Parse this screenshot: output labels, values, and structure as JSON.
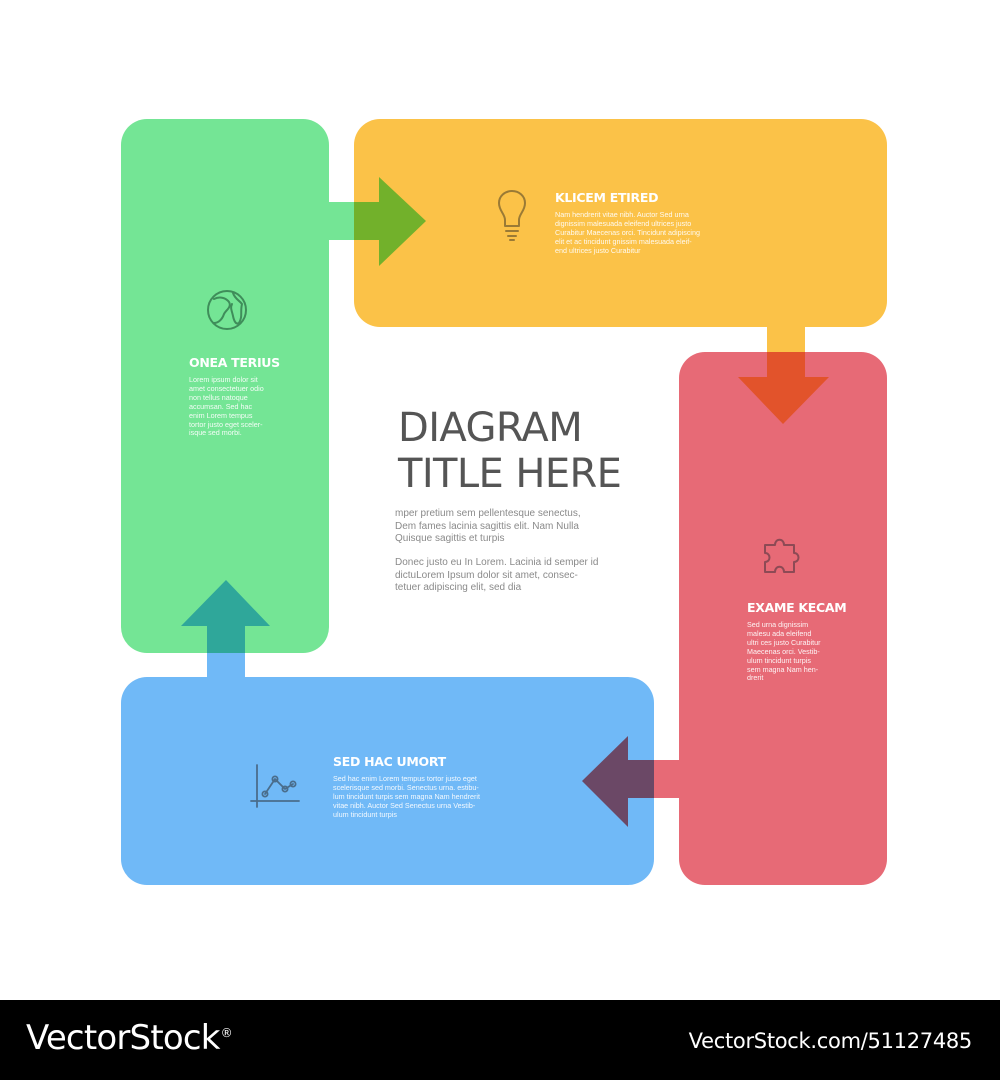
{
  "colors": {
    "green": "#74e595",
    "yellow": "#fbc248",
    "red": "#e76a76",
    "blue": "#70b9f7",
    "green_arrow": "#72b12b",
    "yellow_arrow": "#e2532b",
    "red_arrow": "#6b4866",
    "blue_arrow": "#2fa79a"
  },
  "center": {
    "title": "DIAGRAM\nTITLE HERE",
    "paragraph1": "mper pretium sem pellentesque senectus,\nDem fames lacinia sagittis elit. Nam Nulla\nQuisque sagittis et turpis",
    "paragraph2": "Donec justo eu In Lorem. Lacinia id semper id\ndictuLorem Ipsum dolor sit amet, consec-\ntetuer adipiscing elit, sed dia"
  },
  "steps": [
    {
      "icon": "globe-icon",
      "heading": "ONEA TERIUS",
      "body": "Lorem ipsum dolor sit\namet consectetuer odio\nnon tellus natoque\naccumsan. Sed hac\nenim Lorem tempus\ntortor justo eget sceler-\nisque sed morbi."
    },
    {
      "icon": "lightbulb-icon",
      "heading": "KLICEM ETIRED",
      "body": "Nam hendrerit vitae nibh. Auctor Sed urna\ndignissim malesuada eleifend ultrices justo\nCurabitur Maecenas orci. Tincidunt adipiscing\nelit et ac tincidunt gnissim malesuada eleif-\nend ultrices justo Curabitur"
    },
    {
      "icon": "puzzle-icon",
      "heading": "EXAME KECAM",
      "body": "Sed urna dignissim\nmalesu ada eleifend\nultri ces justo Curabitur\nMaecenas orci. Vestib-\nulum tincidunt turpis\nsem magna Nam hen-\ndrerit"
    },
    {
      "icon": "chart-icon",
      "heading": "SED HAC UMORT",
      "body": "Sed hac enim Lorem tempus tortor justo eget\nscelerisque sed morbi. Senectus urna. estibu-\nlum tincidunt turpis sem magna Nam hendrerit\nvitae nibh. Auctor Sed Senectus urna Vestib-\nulum tincidunt turpis"
    }
  ],
  "footer": {
    "brand": "VectorStock",
    "registered": "®",
    "url": "VectorStock.com/51127485"
  }
}
